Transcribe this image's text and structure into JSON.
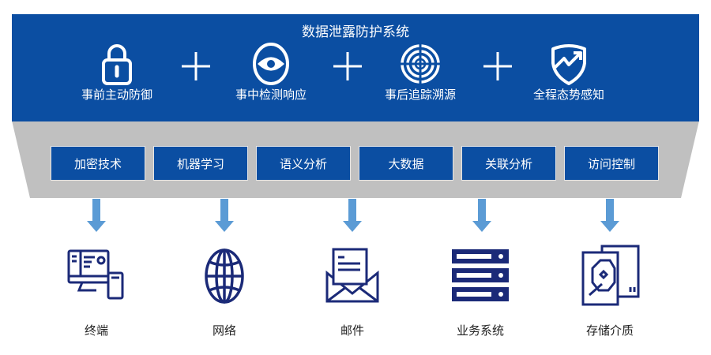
{
  "title": "数据泄露防护系统",
  "stages": [
    {
      "label": "事前主动防御",
      "icon": "lock-icon"
    },
    {
      "label": "事中检测响应",
      "icon": "eye-icon"
    },
    {
      "label": "事后追踪溯源",
      "icon": "target-icon"
    },
    {
      "label": "全程态势感知",
      "icon": "shield-trend-icon"
    }
  ],
  "technologies": [
    "加密技术",
    "机器学习",
    "语义分析",
    "大数据",
    "关联分析",
    "访问控制"
  ],
  "targets": [
    {
      "label": "终端",
      "icon": "terminal-icon"
    },
    {
      "label": "网络",
      "icon": "globe-icon"
    },
    {
      "label": "邮件",
      "icon": "mail-icon"
    },
    {
      "label": "业务系统",
      "icon": "server-icon"
    },
    {
      "label": "存储介质",
      "icon": "storage-icon"
    }
  ],
  "colors": {
    "primary": "#0b4ea2",
    "gray": "#c0c0c0",
    "arrow": "#5b9bd5",
    "icon": "#1b2a78"
  }
}
